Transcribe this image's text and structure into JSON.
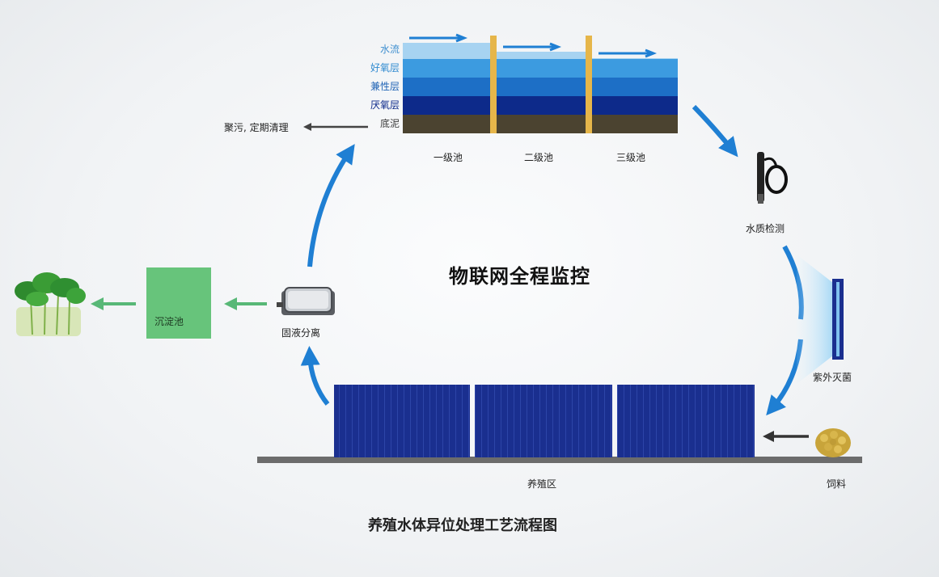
{
  "title": "物联网全程监控",
  "caption": "养殖水体异位处理工艺流程图",
  "layers": [
    {
      "label": "水流",
      "color": "#a7d3f1",
      "label_color": "#3f8fd0"
    },
    {
      "label": "好氧层",
      "color": "#3c9be0",
      "label_color": "#2f8ad0"
    },
    {
      "label": "兼性层",
      "color": "#1d6fc6",
      "label_color": "#1f63b5"
    },
    {
      "label": "厌氧层",
      "color": "#0d2a8a",
      "label_color": "#0d2a8a"
    },
    {
      "label": "底泥",
      "color": "#4b4330",
      "label_color": "#3a3a3a"
    }
  ],
  "tanks": [
    "一级池",
    "二级池",
    "三级池"
  ],
  "sludge_note": "聚污, 定期清理",
  "steps": {
    "water_test": "水质检测",
    "uv": "紫外灭菌",
    "feed": "饲料",
    "culture": "养殖区",
    "separator": "固液分离",
    "sediment": "沉淀池"
  },
  "colors": {
    "flow_arrow": "#1f7fd3",
    "green_arrow": "#58b877",
    "sediment_box": "#67c47b",
    "culture_panel": "#1a2f8f",
    "ground": "#6c6c6c"
  }
}
